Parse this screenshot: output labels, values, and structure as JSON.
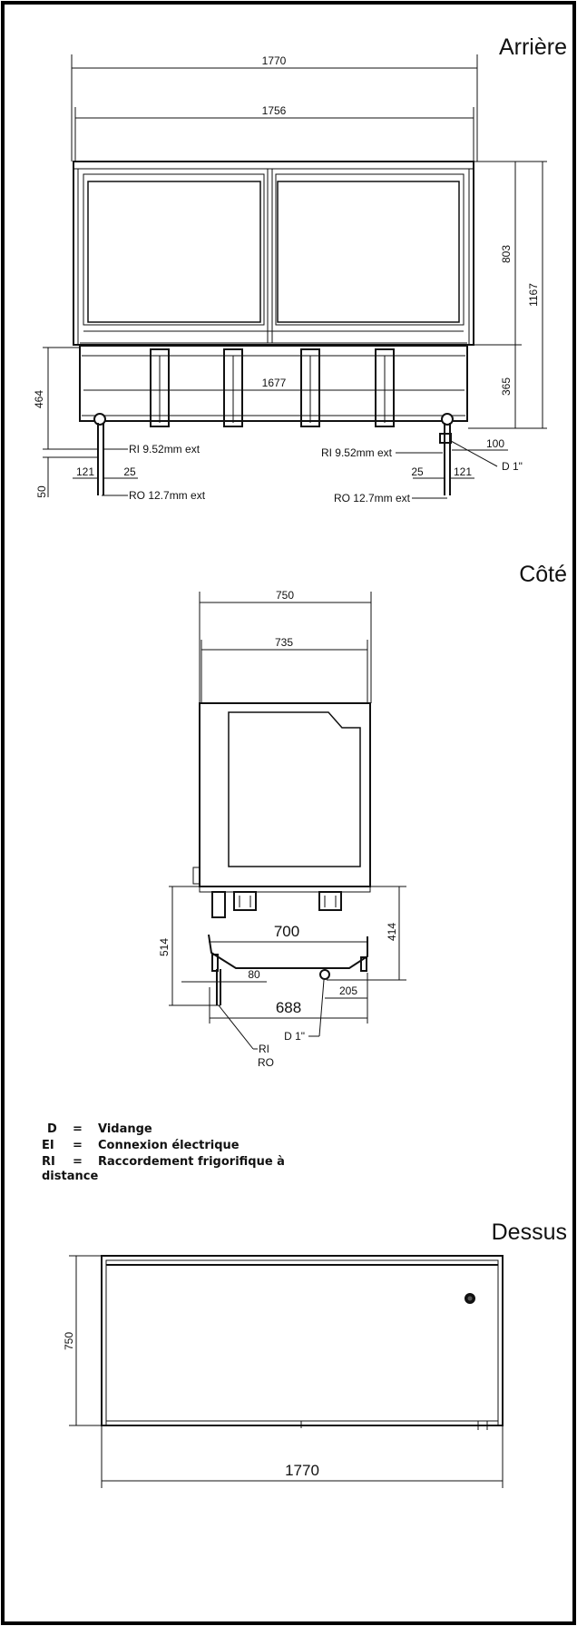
{
  "views": {
    "back": {
      "title": "Arrière",
      "width_outer": "1770",
      "width_inner": "1756",
      "height_glass": "803",
      "height_total": "1167",
      "height_base": "365",
      "height_left": "464",
      "floor_offset": "50",
      "inner_width": "1677",
      "left_offset": "121",
      "left_pipe": "25",
      "right_offset": "121",
      "right_pipe": "25",
      "drain_offset": "100",
      "ri_left": "RI 9.52mm ext",
      "ro_left": "RO 12.7mm ext",
      "ri_right": "RI 9.52mm ext",
      "ro_right": "RO 12.7mm ext",
      "drain_label": "D 1\""
    },
    "side": {
      "title": "Côté",
      "depth_outer": "750",
      "depth_inner": "735",
      "height_left": "514",
      "height_right": "414",
      "base_width": "700",
      "foot_offset": "80",
      "bottom_width": "688",
      "drain_offset": "205",
      "drain_label": "D 1\"",
      "ri_label": "RI",
      "ro_label": "RO"
    },
    "top": {
      "title": "Dessus",
      "depth": "750",
      "width": "1770"
    }
  },
  "legend": [
    {
      "code": "D",
      "sep": "=",
      "text": "Vidange"
    },
    {
      "code": "EI",
      "sep": "=",
      "text": "Connexion électrique"
    },
    {
      "code": "RI",
      "sep": "=",
      "text": "Raccordement frigorifique à"
    }
  ],
  "legend_continuation": "distance"
}
